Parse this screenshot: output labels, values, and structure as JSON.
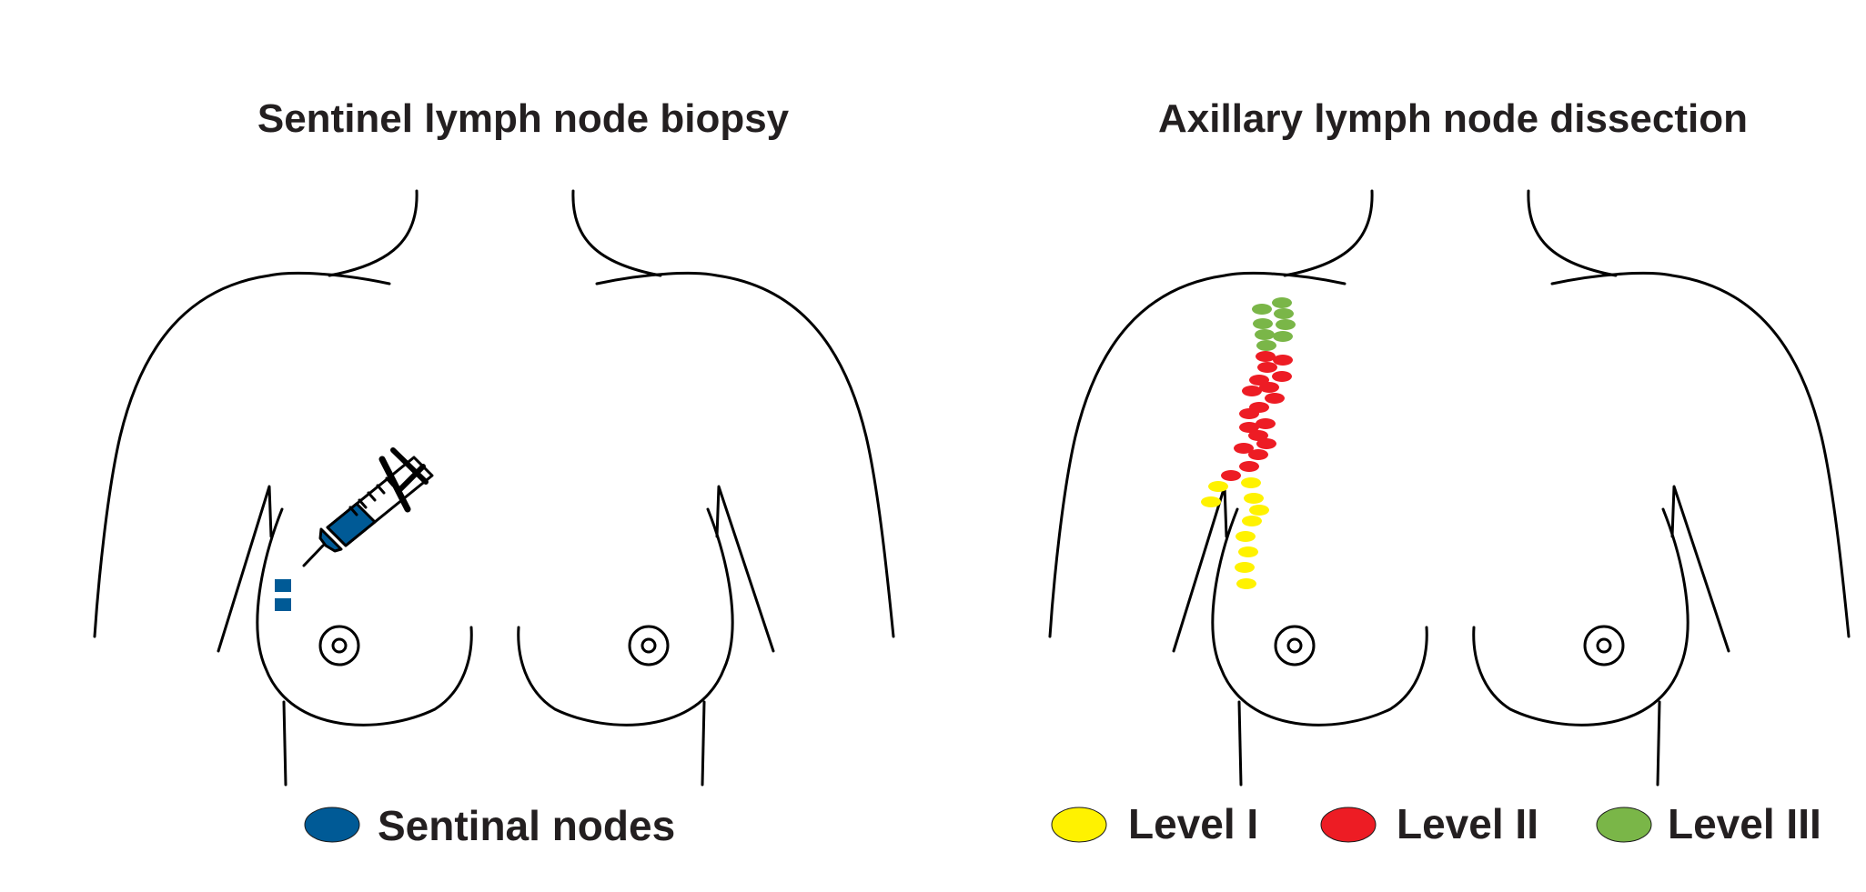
{
  "panels": [
    {
      "title": "Sentinel lymph node biopsy",
      "legend": [
        {
          "label": "Sentinal nodes",
          "color": "#005a96"
        }
      ],
      "icons": [
        "syringe-icon"
      ]
    },
    {
      "title": "Axillary lymph node dissection",
      "legend": [
        {
          "label": "Level I",
          "color": "#fff200"
        },
        {
          "label": "Level II",
          "color": "#ed1c24"
        },
        {
          "label": "Level III",
          "color": "#7ab648"
        }
      ]
    }
  ],
  "colors": {
    "outline": "#000000",
    "sentinel": "#005a96",
    "level1": "#fff200",
    "level2": "#ed1c24",
    "level3": "#7ab648"
  }
}
